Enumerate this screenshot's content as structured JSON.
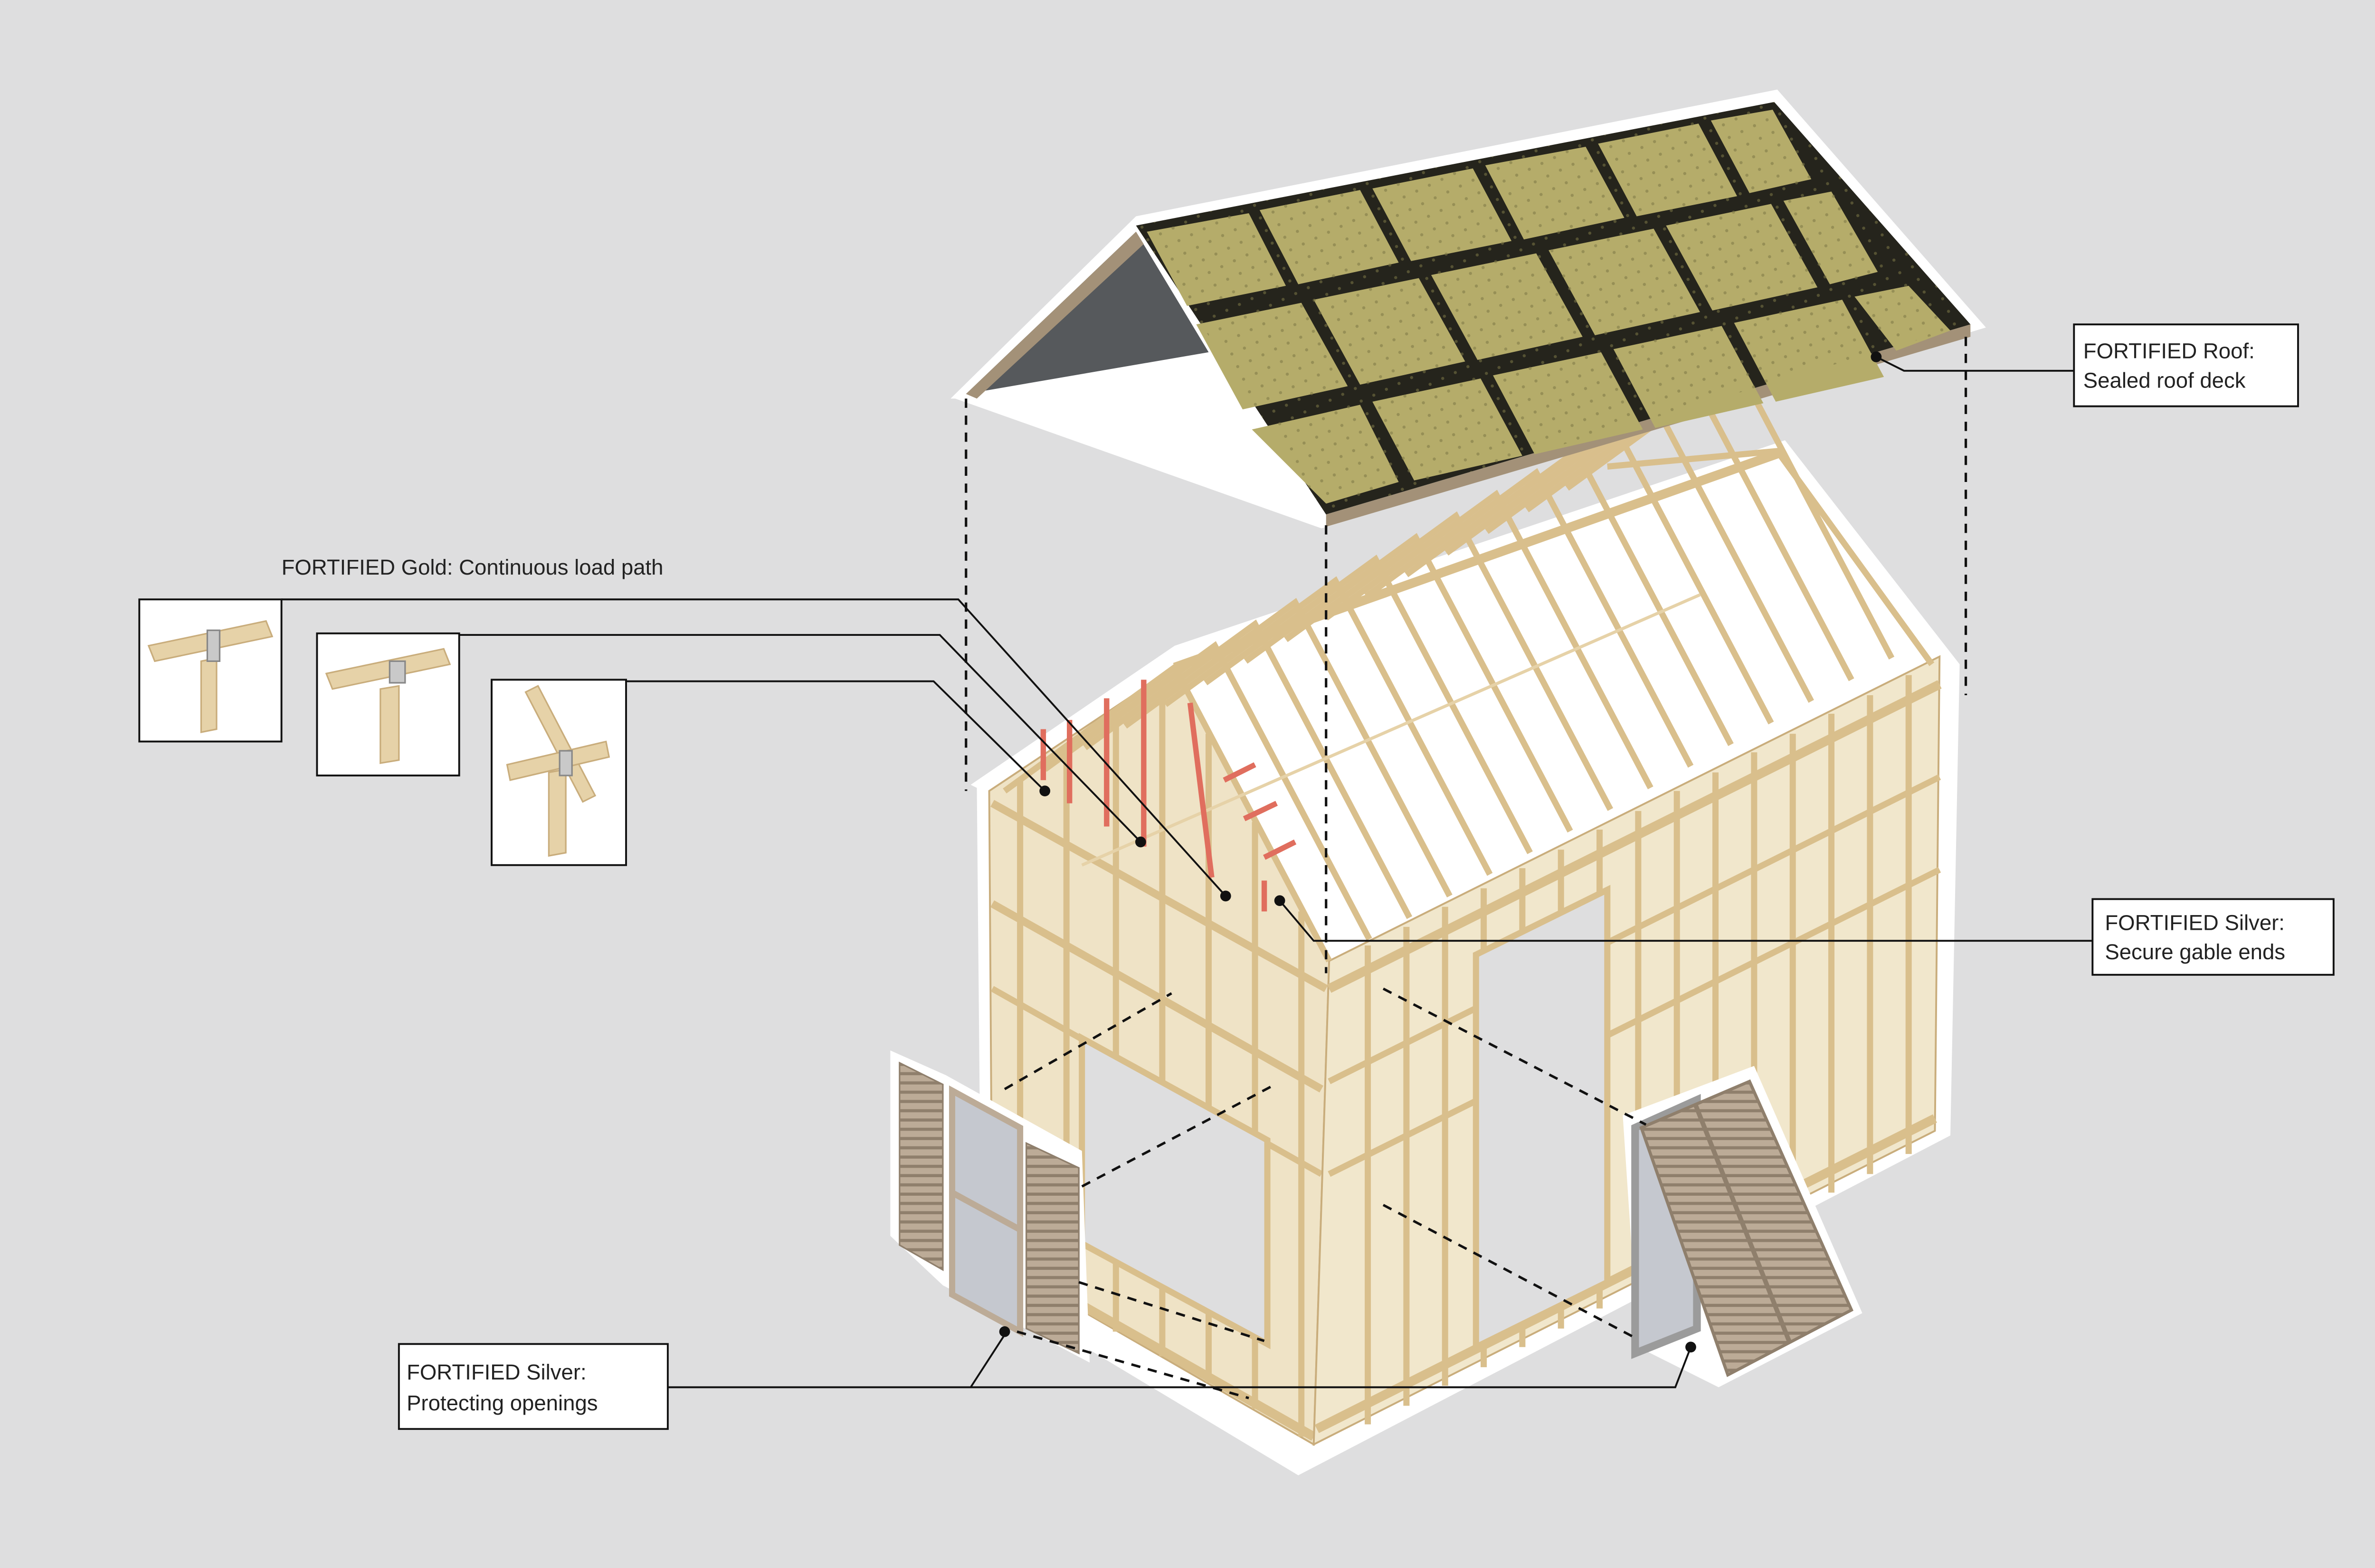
{
  "labels": {
    "roof_line1": "FORTIFIED Roof:",
    "roof_line2": "Sealed roof deck",
    "gold": "FORTIFIED Gold: Continuous load path",
    "gable_line1": "FORTIFIED Silver:",
    "gable_line2": "Secure gable ends",
    "openings_line1": "FORTIFIED Silver:",
    "openings_line2": "Protecting openings"
  },
  "colors": {
    "background": "#dededf",
    "sheathing": "#b5ac6a",
    "seam_tape": "#25241c",
    "roof_edge": "#a39178",
    "gable_sheath": "#56595c",
    "lumber": "#e6d2a8",
    "lumber_edge": "#c9ad7c",
    "gable_bracing": "#e06e5e",
    "shutter": "#bcab97",
    "glass": "#c5c8cf",
    "connector": "#c9c9c9"
  },
  "icons": [
    "truss-to-wall-connector-icon",
    "top-plate-connector-icon",
    "stud-to-rafter-connector-icon"
  ]
}
